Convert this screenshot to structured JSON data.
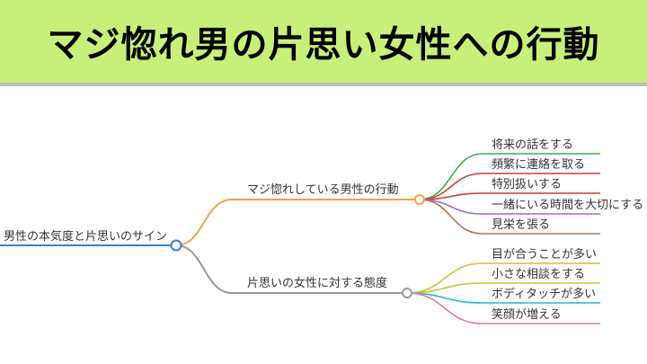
{
  "banner": {
    "title": "マジ惚れ男の片思い女性への行動"
  },
  "mindmap": {
    "root": {
      "label": "男性の本気度と片思いのサイン"
    },
    "branches": [
      {
        "label": "マジ惚れしている男性の行動",
        "color": "#f5a04a",
        "children": [
          {
            "label": "将来の話をする",
            "color": "#38b24a"
          },
          {
            "label": "頻繁に連絡を取る",
            "color": "#cc3b3b"
          },
          {
            "label": "特別扱いする",
            "color": "#cc3b3b"
          },
          {
            "label": "一緒にいる時間を大切にする",
            "color": "#a36ac8"
          },
          {
            "label": "見栄を張る",
            "color": "#a0775a"
          }
        ]
      },
      {
        "label": "片思いの女性に対する態度",
        "color": "#999999",
        "children": [
          {
            "label": "目が合うことが多い",
            "color": "#c9c23a"
          },
          {
            "label": "小さな相談をする",
            "color": "#c9c23a"
          },
          {
            "label": "ボディタッチが多い",
            "color": "#22b8c8"
          },
          {
            "label": "笑顔が増える",
            "color": "#e772a8"
          }
        ]
      }
    ],
    "colors": {
      "root_line": "#3d7fc4",
      "node_ring": "#555555"
    }
  }
}
